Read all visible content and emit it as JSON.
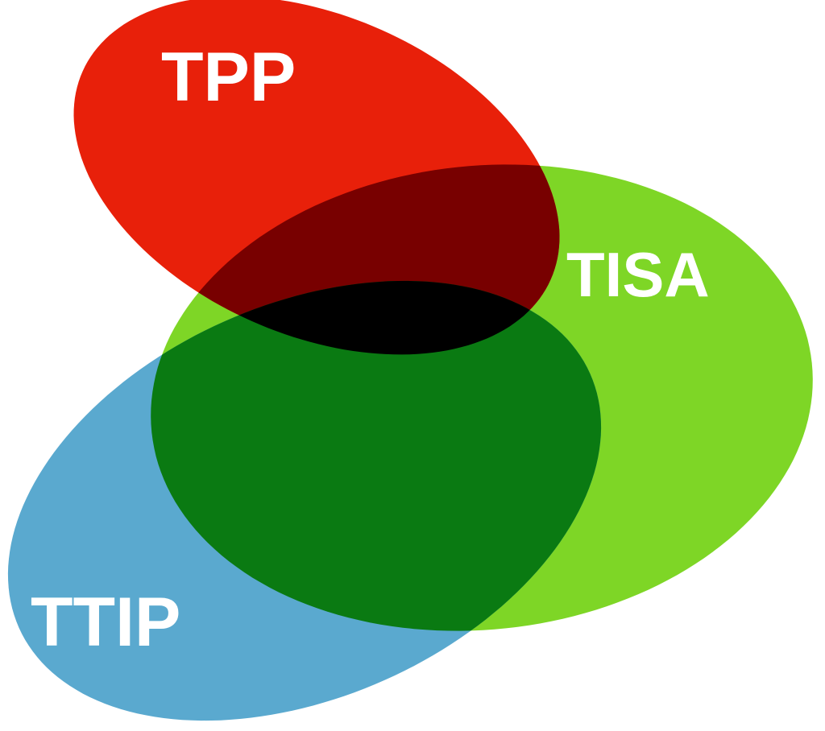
{
  "diagram": {
    "type": "venn",
    "sets": [
      {
        "id": "tpp",
        "label": "TPP",
        "color": "#e8200a"
      },
      {
        "id": "tisa",
        "label": "TISA",
        "color": "#7ed626"
      },
      {
        "id": "ttip",
        "label": "TTIP",
        "color": "#5aa9cf"
      }
    ],
    "overlap_colors": {
      "tpp_tisa": "#780000",
      "tisa_ttip": "#0a7a12",
      "tpp_ttip": "#5e1010",
      "all": "#000000"
    }
  }
}
